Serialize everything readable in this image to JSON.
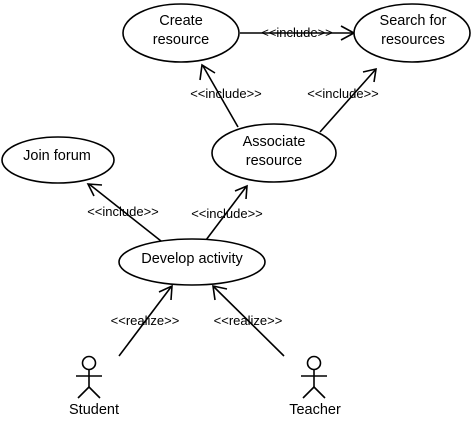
{
  "use_cases": {
    "create_resource": {
      "line1": "Create",
      "line2": "resource"
    },
    "search_resources": {
      "line1": "Search for",
      "line2": "resources"
    },
    "associate_resource": {
      "line1": "Associate",
      "line2": "resource"
    },
    "join_forum": {
      "label": "Join forum"
    },
    "develop_activity": {
      "label": "Develop activity"
    }
  },
  "relationships": {
    "create_to_search": "<<include>>",
    "associate_to_create": "<<include>>",
    "associate_to_search": "<<include>>",
    "develop_to_join": "<<include>>",
    "develop_to_associate": "<<include>>",
    "student_to_develop": "<<realize>>",
    "teacher_to_develop": "<<realize>>"
  },
  "actors": {
    "student": {
      "label": "Student"
    },
    "teacher": {
      "label": "Teacher"
    }
  }
}
